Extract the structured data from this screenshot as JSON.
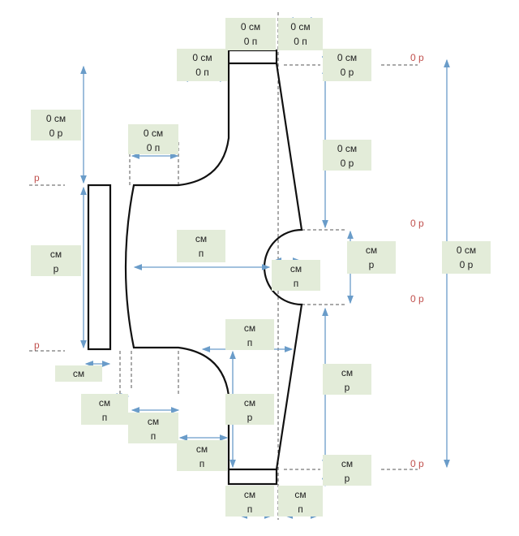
{
  "labels": [
    {
      "l1": "0 см",
      "l2": "0 п"
    },
    {
      "l1": "0 см",
      "l2": "0 п"
    },
    {
      "l1": "0 см",
      "l2": "0 п"
    },
    {
      "l1": "0 см",
      "l2": "0 р"
    },
    {
      "l1": "0 см",
      "l2": "0 р"
    },
    {
      "l1": "0 см",
      "l2": "0 п"
    },
    {
      "l1": "0 см",
      "l2": "0 р"
    },
    {
      "l1": "см",
      "l2": "р"
    },
    {
      "l1": "см",
      "l2": "п"
    },
    {
      "l1": "см",
      "l2": "п"
    },
    {
      "l1": "см",
      "l2": "р"
    },
    {
      "l1": "0 см",
      "l2": "0 р"
    },
    {
      "l1": "см"
    },
    {
      "l1": "см",
      "l2": "п"
    },
    {
      "l1": "см",
      "l2": "р"
    },
    {
      "l1": "см",
      "l2": "п"
    },
    {
      "l1": "см",
      "l2": "п"
    },
    {
      "l1": "см",
      "l2": "р"
    },
    {
      "l1": "см",
      "l2": "п"
    },
    {
      "l1": "см",
      "l2": "р"
    },
    {
      "l1": "см",
      "l2": "п"
    },
    {
      "l1": "см",
      "l2": "п"
    }
  ],
  "row_marks": [
    "0 р",
    "р",
    "р",
    "0 р",
    "0 р",
    "0 р"
  ],
  "colors": {
    "label_bg": "#e3ecd9",
    "arrow": "#6a9cc9",
    "mark": "#c0504d",
    "outline": "#111111"
  }
}
